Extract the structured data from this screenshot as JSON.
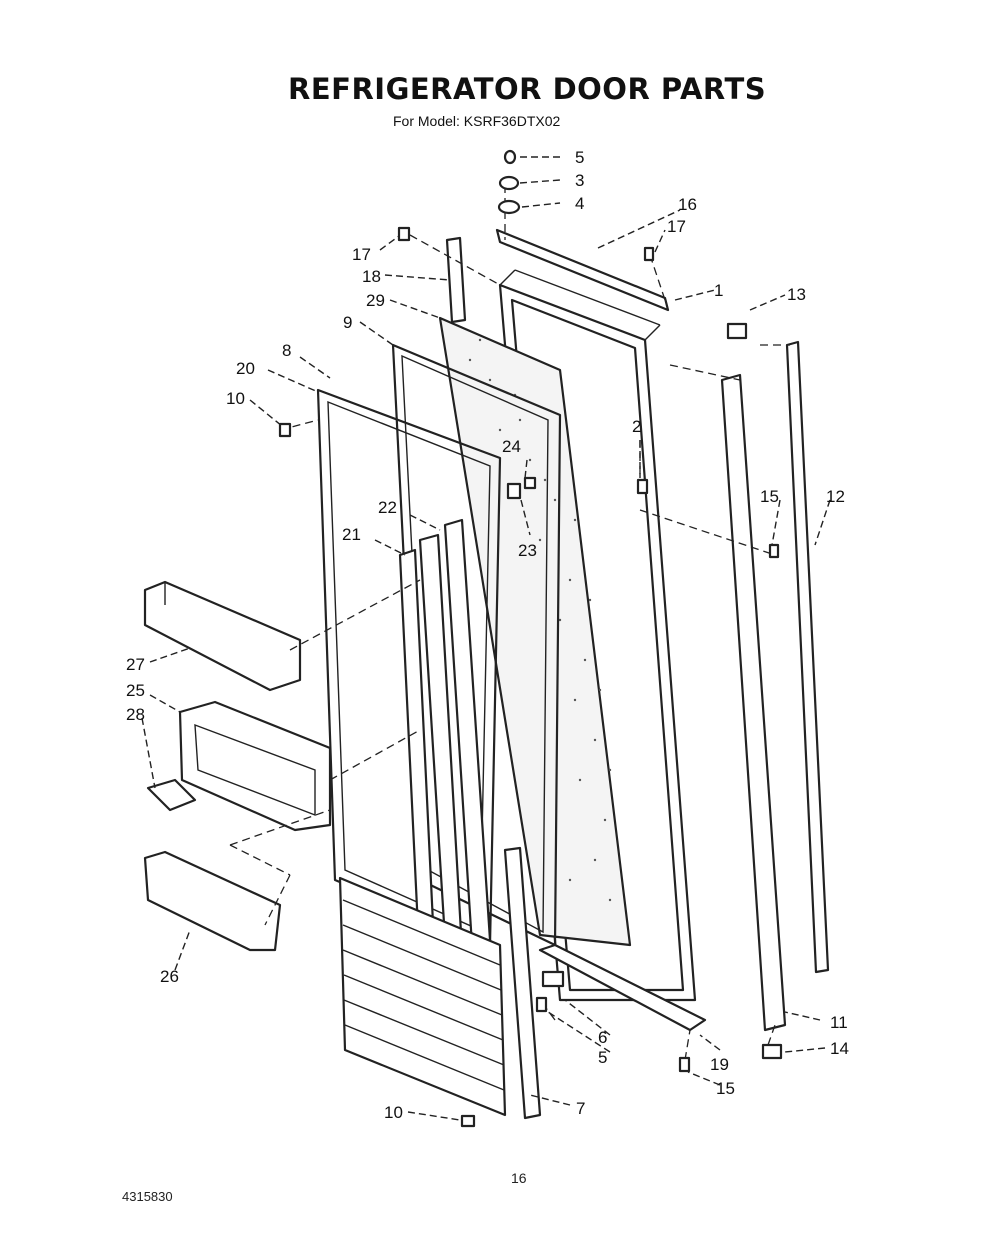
{
  "title": "REFRIGERATOR DOOR PARTS",
  "subtitle": "For Model: KSRF36DTX02",
  "page_number": "16",
  "document_number": "4315830",
  "callouts": {
    "c1": "1",
    "c2": "2",
    "c3": "3",
    "c4": "4",
    "c5a": "5",
    "c5b": "5",
    "c6": "6",
    "c7": "7",
    "c8": "8",
    "c9": "9",
    "c10a": "10",
    "c10b": "10",
    "c11": "11",
    "c12": "12",
    "c13": "13",
    "c14": "14",
    "c15a": "15",
    "c15b": "15",
    "c16": "16",
    "c17a": "17",
    "c17b": "17",
    "c18": "18",
    "c19": "19",
    "c20": "20",
    "c21": "21",
    "c22": "22",
    "c23": "23",
    "c24": "24",
    "c25": "25",
    "c26": "26",
    "c27": "27",
    "c28": "28",
    "c29": "29"
  }
}
